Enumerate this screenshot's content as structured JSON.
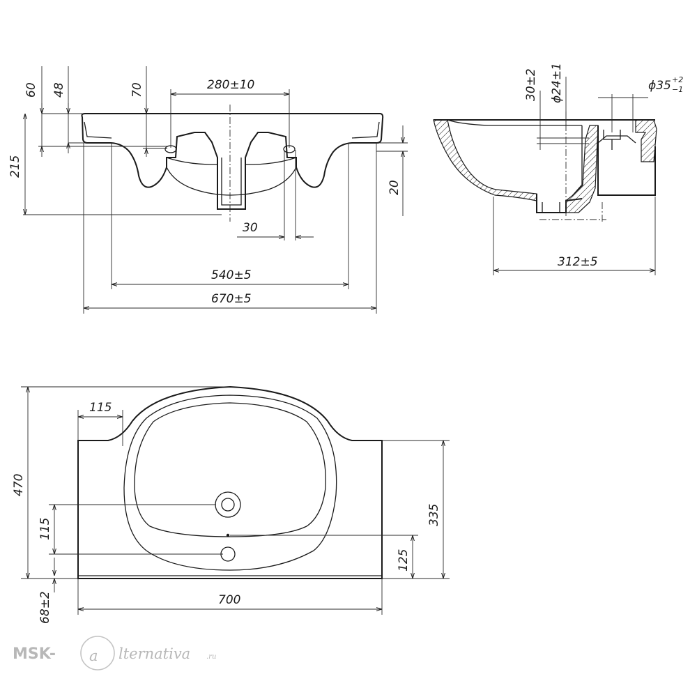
{
  "front_view": {
    "dim_60": "60",
    "dim_48": "48",
    "dim_70": "70",
    "dim_280": "280±10",
    "dim_215": "215",
    "dim_20": "20",
    "dim_30": "30",
    "dim_540": "540±5",
    "dim_670": "670±5"
  },
  "side_view": {
    "dim_30_2": "30±2",
    "dim_24_1": "ϕ24±1",
    "dim_35_main": "ϕ35",
    "dim_35_upper": "+2",
    "dim_35_lower": "−1",
    "dim_312": "312±5"
  },
  "top_view": {
    "dim_115_top": "115",
    "dim_470": "470",
    "dim_335": "335",
    "dim_115_left": "115",
    "dim_125": "125",
    "dim_700": "700",
    "dim_68": "68±2"
  },
  "watermark": {
    "brand": "MSK-",
    "letter": "a",
    "rest": "lternativa",
    "tld": ".ru"
  }
}
